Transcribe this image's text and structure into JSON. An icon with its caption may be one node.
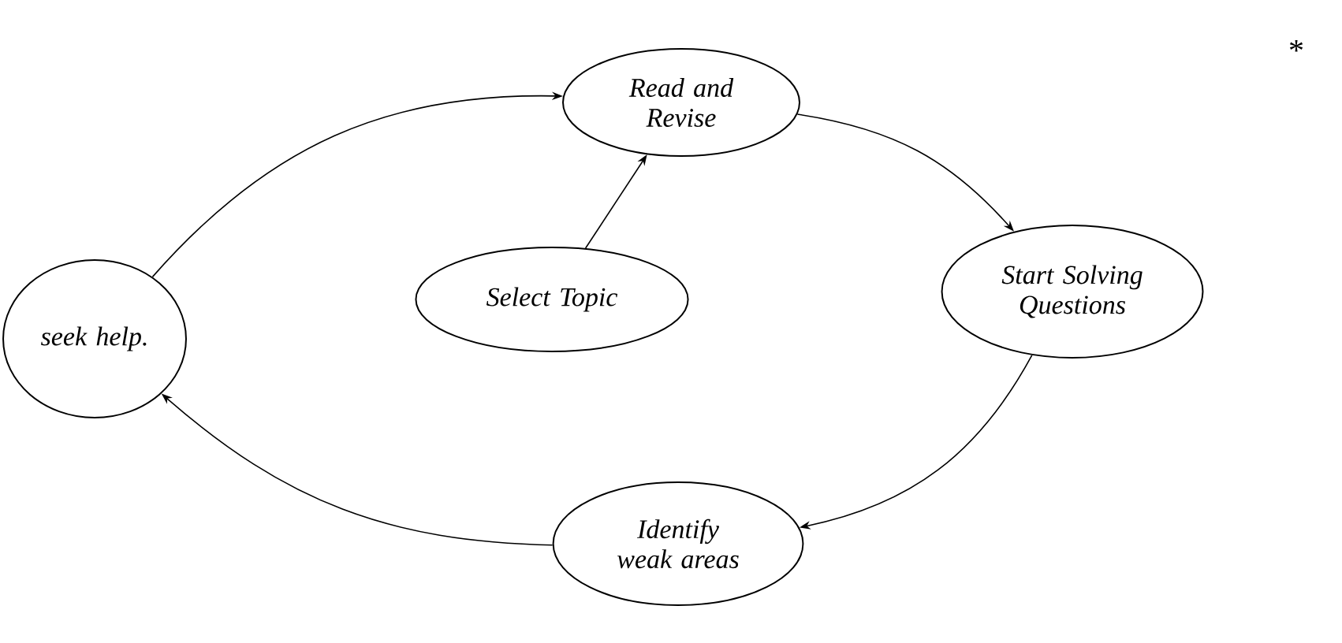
{
  "diagram": {
    "nodes": [
      {
        "text": [
          "Read and Revise"
        ]
      },
      {
        "text": [
          "Select Topic"
        ]
      },
      {
        "text": [
          "Start Solving Questions"
        ]
      },
      {
        "text": [
          "Identify weak areas"
        ]
      },
      {
        "text": [
          "seek help."
        ]
      }
    ],
    "edges": [
      {
        "from": 1,
        "to": 0,
        "arrow": "to"
      },
      {
        "from": 0,
        "to": 2,
        "arrow": "to"
      },
      {
        "from": 2,
        "to": 3,
        "arrow": "to"
      },
      {
        "from": 3,
        "to": 4,
        "arrow": "to"
      },
      {
        "from": 4,
        "to": 0,
        "arrow": "to"
      }
    ],
    "labels": [
      "*"
    ]
  }
}
